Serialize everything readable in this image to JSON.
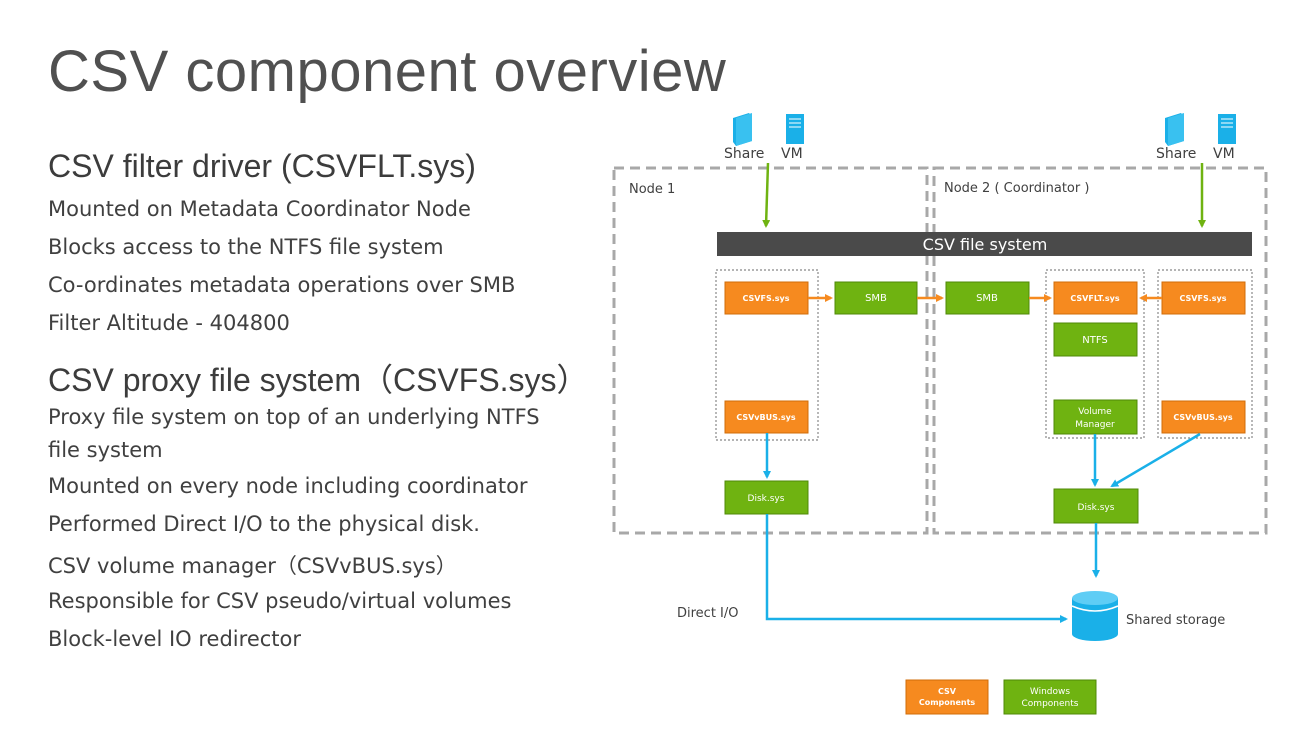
{
  "slide": {
    "title": "CSV component overview",
    "section1": {
      "heading": "CSV filter driver (CSVFLT.sys)",
      "lines": [
        "Mounted on Metadata Coordinator Node",
        "Blocks access to the NTFS file system",
        "Co-ordinates metadata operations over SMB",
        "Filter Altitude - 404800"
      ]
    },
    "section2": {
      "heading": "CSV proxy file system（CSVFS.sys）",
      "lines": [
        "Proxy file system on top of an underlying NTFS file system",
        "Mounted on every node including coordinator",
        "Performed Direct I/O to the physical disk.",
        "CSV volume manager（CSVvBUS.sys）",
        "Responsible for CSV pseudo/virtual volumes",
        "Block-level IO redirector"
      ]
    }
  },
  "diagram": {
    "colors": {
      "orange": "#f68a1f",
      "green": "#6fb311",
      "blue": "#1ab0e8",
      "dark_bar": "#4a4a4a",
      "dashed": "#a8a8a8"
    },
    "node1_label": "Node 1",
    "node2_label": "Node 2 ( Coordinator )",
    "csv_bar": "CSV file system",
    "share_label": "Share",
    "vm_label": "VM",
    "share_label_2": "Share",
    "vm_label_2": "VM",
    "icons": [
      "share-folder-icon",
      "vm-server-icon",
      "database-icon"
    ],
    "n1_csvfs": "CSVFS.sys",
    "n1_smb": "SMB",
    "n1_csvvbus": "CSVvBUS.sys",
    "n1_disk": "Disk.sys",
    "n2_smb": "SMB",
    "n2_csvflt": "CSVFLT.sys",
    "n2_csvfs": "CSVFS.sys",
    "n2_ntfs": "NTFS",
    "n2_volmgr_1": "Volume",
    "n2_volmgr_2": "Manager",
    "n2_csvvbus": "CSVvBUS.sys",
    "n2_disk": "Disk.sys",
    "direct_io": "Direct I/O",
    "shared_storage": "Shared storage",
    "legend_csv_1": "CSV",
    "legend_csv_2": "Components",
    "legend_win_1": "Windows",
    "legend_win_2": "Components"
  }
}
